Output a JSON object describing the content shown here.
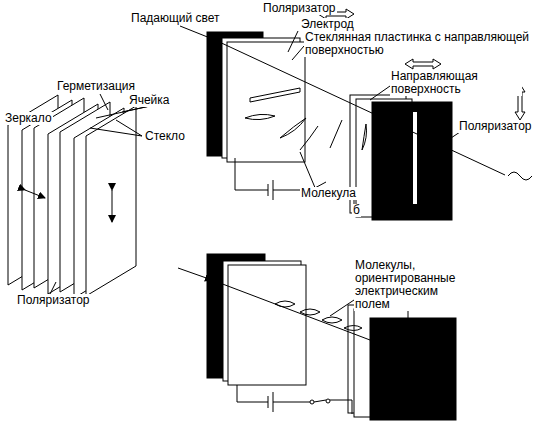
{
  "diagram": {
    "labels": [
      "Поляризатор",
      "Падающий свет",
      "Электрод",
      "Стеклянная пластинка с направляющей поверхностью",
      "Направляющая поверхность",
      "Поляризатор",
      "Молекула",
      "б",
      "Герметизация",
      "Ячейка",
      "Зеркало",
      "Стекло",
      "Поляризатор",
      "Молекулы, ориентированные электрическим полем"
    ]
  }
}
